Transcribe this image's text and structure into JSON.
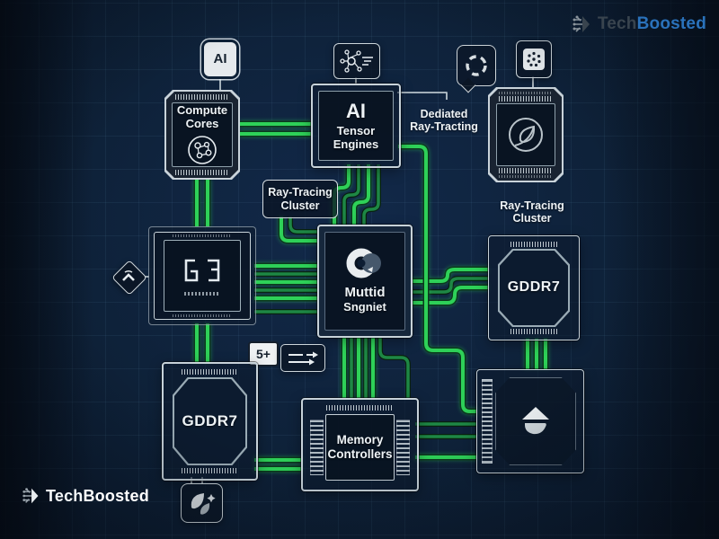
{
  "brand": {
    "part1": "Tech",
    "part2": "Boosted"
  },
  "diagram": {
    "ai_badge": "AI",
    "compute_cores": {
      "line1": "Compute",
      "line2": "Cores"
    },
    "tensor": {
      "title": "AI",
      "sub1": "Tensor",
      "sub2": "Engines"
    },
    "dedicated_label": {
      "line1": "Dediated",
      "line2": "Ray-Tracting"
    },
    "rtc_box": {
      "line1": "Ray-Tracing",
      "line2": "Cluster"
    },
    "rtc_right": {
      "line1": "Ray-Tracing",
      "line2": "Cluster"
    },
    "center_chip": {
      "line1": "Muttid",
      "line2": "Sngniet"
    },
    "gddr7_right": "GDDR7",
    "gddr7_left": "GDDR7",
    "memory": {
      "line1": "Memory",
      "line2": "Controllers"
    },
    "five_plus_badge": "5+"
  },
  "icons": {
    "compute": "molecule-icon",
    "tensor_badge": "neural-network-icon",
    "speech_bubble": "dashed-circle-chat-icon",
    "dots_badge": "processor-dots-icon",
    "leaf_chip": "leaf-circle-icon",
    "center": "donut-shutter-icon",
    "bottom_right_chip": "diamond-icon",
    "eco_badge": "eco-leaves-icon",
    "transfer_badge": "transfer-arrows-icon",
    "left_diamond": "chevron-diamond-icon",
    "logo": "circuit-logo-icon"
  },
  "colors": {
    "trace_bright": "#2ed158",
    "trace_bright_halo": "#0b3a1d",
    "trace_dark": "#1e8745",
    "trace_dark_halo": "#08200f",
    "connector_gray": "#b6c2ca",
    "background": "#0e2138",
    "frame": "#c7d2d9",
    "brand_blue": "#2a72bb"
  }
}
